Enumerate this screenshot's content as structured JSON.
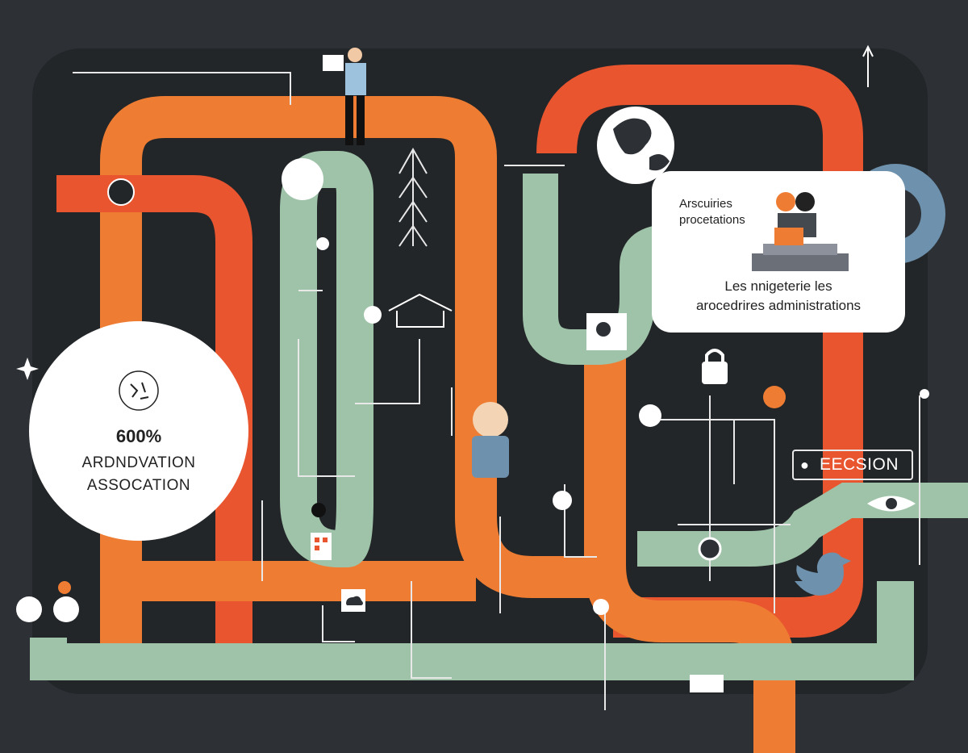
{
  "circle_card": {
    "percent": "600%",
    "line1": "ARDNDVATION",
    "line2": "ASSOCATION"
  },
  "speech_bubble": {
    "top_line1": "Arscuiries",
    "top_line2": "procetations",
    "bottom_line1": "Les nnigeterie les",
    "bottom_line2": "arocedrires administrations"
  },
  "decision_box": {
    "label": "EECSION",
    "icon": "apple-icon"
  },
  "icons": [
    "globe-icon",
    "twitter-bird-icon",
    "padlock-icon",
    "gear-icon",
    "arrow-up-icon",
    "star-icon",
    "eye-icon",
    "cloud-icon",
    "video-camera-icon",
    "house-icon"
  ],
  "colors": {
    "background": "#2d3136",
    "orange": "#ee7d33",
    "red_orange": "#e8552f",
    "sage_green": "#9fc3a8",
    "steel_blue": "#6e92ae",
    "white": "#ffffff"
  }
}
